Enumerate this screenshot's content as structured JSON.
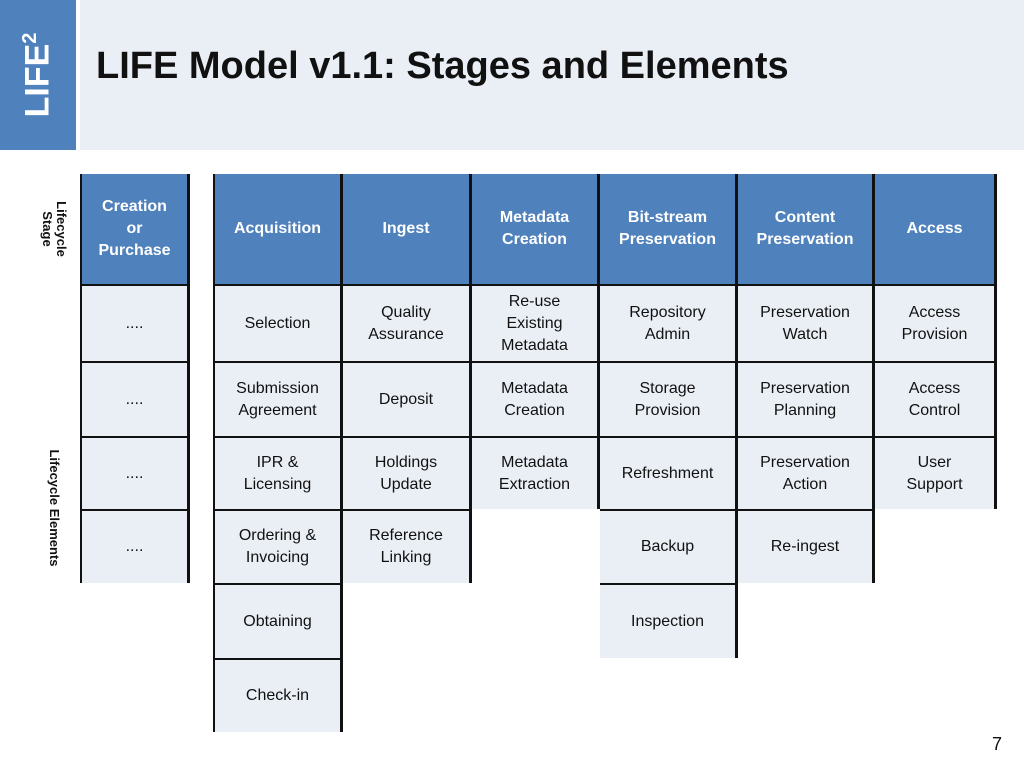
{
  "logo": {
    "text": "LIFE",
    "superscript": "2"
  },
  "title": "LIFE Model v1.1: Stages and Elements",
  "side_labels": {
    "stage": [
      "Lifecycle",
      "Stage"
    ],
    "elements": "Lifecycle Elements"
  },
  "columns": [
    {
      "header": [
        "Creation",
        "or",
        "Purchase"
      ],
      "elements": [
        [
          "...."
        ],
        [
          "...."
        ],
        [
          "...."
        ],
        [
          "...."
        ]
      ]
    },
    {
      "header": [
        "Acquisition"
      ],
      "elements": [
        [
          "Selection"
        ],
        [
          "Submission",
          "Agreement"
        ],
        [
          "IPR &",
          "Licensing"
        ],
        [
          "Ordering &",
          "Invoicing"
        ],
        [
          "Obtaining"
        ],
        [
          "Check-in"
        ]
      ]
    },
    {
      "header": [
        "Ingest"
      ],
      "elements": [
        [
          "Quality",
          "Assurance"
        ],
        [
          "Deposit"
        ],
        [
          "Holdings",
          "Update"
        ],
        [
          "Reference",
          "Linking"
        ]
      ]
    },
    {
      "header": [
        "Metadata",
        "Creation"
      ],
      "elements": [
        [
          "Re-use",
          "Existing",
          "Metadata"
        ],
        [
          "Metadata",
          "Creation"
        ],
        [
          "Metadata",
          "Extraction"
        ]
      ]
    },
    {
      "header": [
        "Bit-stream",
        "Preservation"
      ],
      "elements": [
        [
          "Repository",
          "Admin"
        ],
        [
          "Storage",
          "Provision"
        ],
        [
          "Refreshment"
        ],
        [
          "Backup"
        ],
        [
          "Inspection"
        ]
      ]
    },
    {
      "header": [
        "Content",
        "Preservation"
      ],
      "elements": [
        [
          "Preservation",
          "Watch"
        ],
        [
          "Preservation",
          "Planning"
        ],
        [
          "Preservation",
          "Action"
        ],
        [
          "Re-ingest"
        ]
      ]
    },
    {
      "header": [
        "Access"
      ],
      "elements": [
        [
          "Access",
          "Provision"
        ],
        [
          "Access",
          "Control"
        ],
        [
          "User",
          "Support"
        ]
      ]
    }
  ],
  "page_number": "7",
  "colors": {
    "header_bg": "#4f81bd",
    "cell_bg": "#eaeff6",
    "band_bg": "#eaeff6",
    "logo_bg": "#4f81bd",
    "border": "#111111"
  }
}
